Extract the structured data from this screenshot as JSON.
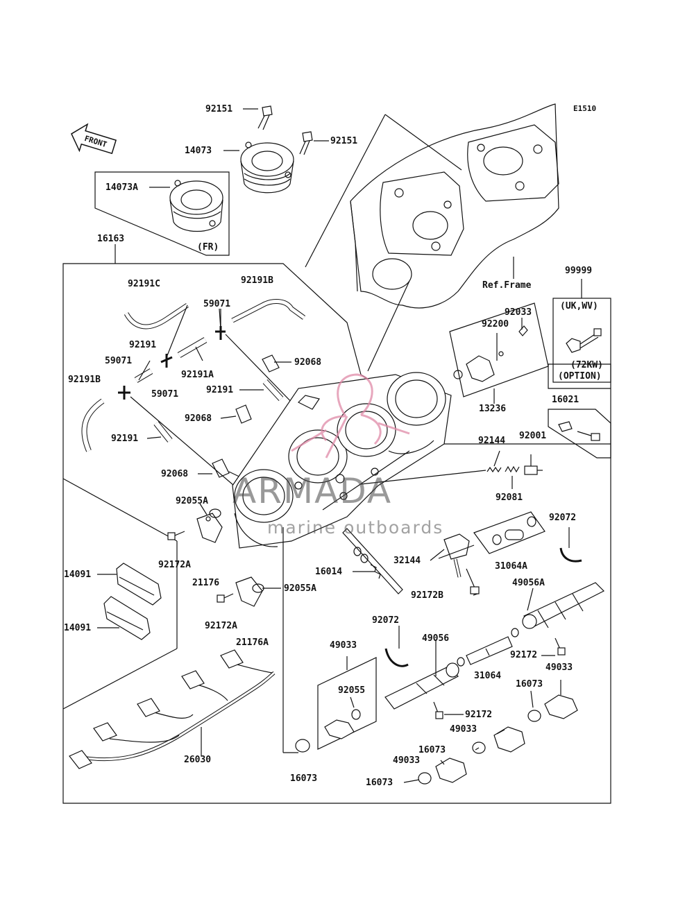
{
  "diagram": {
    "code": "E1510",
    "front_label": "FRONT",
    "ref_frame_label": "Ref.Frame",
    "fr_label": "(FR)",
    "option_region": "(UK,WV)",
    "option_power": "(72KW)",
    "option_note": "(OPTION)"
  },
  "watermark": {
    "brand": "ARMADA",
    "tagline": "marine outboards"
  },
  "parts": [
    {
      "id": "92151",
      "label": "92151"
    },
    {
      "id": "92151-b",
      "label": "92151"
    },
    {
      "id": "14073",
      "label": "14073"
    },
    {
      "id": "14073a",
      "label": "14073A"
    },
    {
      "id": "16163",
      "label": "16163"
    },
    {
      "id": "92191c",
      "label": "92191C"
    },
    {
      "id": "92191b",
      "label": "92191B"
    },
    {
      "id": "59071",
      "label": "59071"
    },
    {
      "id": "92191",
      "label": "92191"
    },
    {
      "id": "59071-b",
      "label": "59071"
    },
    {
      "id": "92191a",
      "label": "92191A"
    },
    {
      "id": "59071-c",
      "label": "59071"
    },
    {
      "id": "92068",
      "label": "92068"
    },
    {
      "id": "92191b-2",
      "label": "92191B"
    },
    {
      "id": "92191-b",
      "label": "92191"
    },
    {
      "id": "92068-b",
      "label": "92068"
    },
    {
      "id": "92191-c",
      "label": "92191"
    },
    {
      "id": "92068-c",
      "label": "92068"
    },
    {
      "id": "92055a",
      "label": "92055A"
    },
    {
      "id": "92172a",
      "label": "92172A"
    },
    {
      "id": "21176",
      "label": "21176"
    },
    {
      "id": "14091",
      "label": "14091"
    },
    {
      "id": "14091-b",
      "label": "14091"
    },
    {
      "id": "92055a-2",
      "label": "92055A"
    },
    {
      "id": "92172a-2",
      "label": "92172A"
    },
    {
      "id": "21176a",
      "label": "21176A"
    },
    {
      "id": "16014",
      "label": "16014"
    },
    {
      "id": "26030",
      "label": "26030"
    },
    {
      "id": "16073",
      "label": "16073"
    },
    {
      "id": "92033",
      "label": "92033"
    },
    {
      "id": "92200",
      "label": "92200"
    },
    {
      "id": "13236",
      "label": "13236"
    },
    {
      "id": "99999",
      "label": "99999"
    },
    {
      "id": "16021",
      "label": "16021"
    },
    {
      "id": "92144",
      "label": "92144"
    },
    {
      "id": "92001",
      "label": "92001"
    },
    {
      "id": "92081",
      "label": "92081"
    },
    {
      "id": "92072",
      "label": "92072"
    },
    {
      "id": "32144",
      "label": "32144"
    },
    {
      "id": "31064a",
      "label": "31064A"
    },
    {
      "id": "92172b",
      "label": "92172B"
    },
    {
      "id": "49056a",
      "label": "49056A"
    },
    {
      "id": "92072-b",
      "label": "92072"
    },
    {
      "id": "49033",
      "label": "49033"
    },
    {
      "id": "49056",
      "label": "49056"
    },
    {
      "id": "92172",
      "label": "92172"
    },
    {
      "id": "49033-b",
      "label": "49033"
    },
    {
      "id": "31064",
      "label": "31064"
    },
    {
      "id": "92055",
      "label": "92055"
    },
    {
      "id": "16073-b",
      "label": "16073"
    },
    {
      "id": "92172-b",
      "label": "92172"
    },
    {
      "id": "49033-c",
      "label": "49033"
    },
    {
      "id": "16073-c",
      "label": "16073"
    },
    {
      "id": "49033-d",
      "label": "49033"
    },
    {
      "id": "16073-d",
      "label": "16073"
    }
  ]
}
